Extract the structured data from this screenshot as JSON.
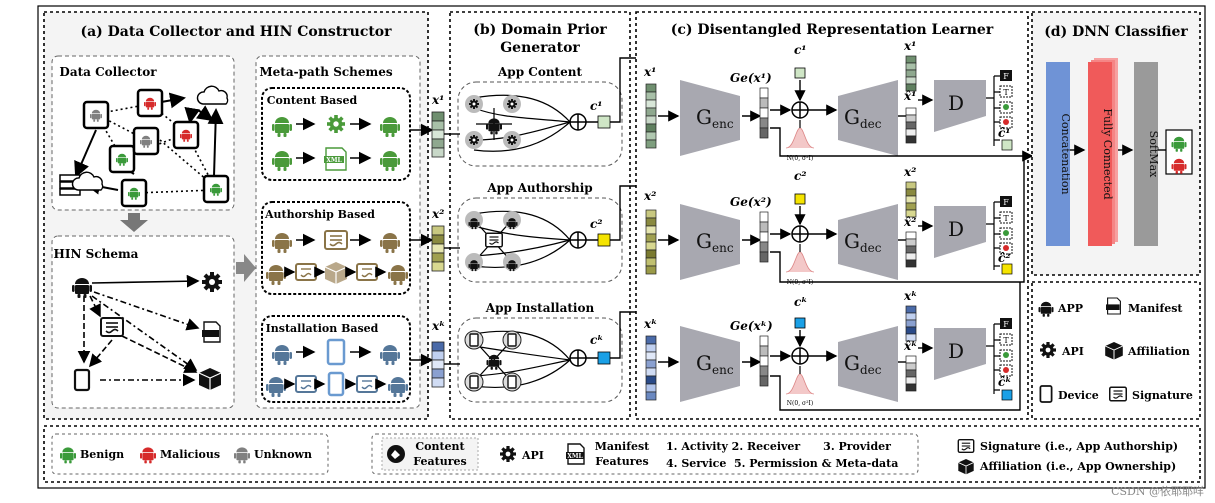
{
  "panels": {
    "a_title": "(a) Data Collector and HIN Constructor",
    "b_title_1": "(b) Domain Prior",
    "b_title_2": "Generator",
    "c_title": "(c) Disentangled Representation Learner",
    "d_title": "(d) DNN Classifier"
  },
  "collector": {
    "title": "Data Collector",
    "schema_title": "HIN Schema"
  },
  "metapath": {
    "title": "Meta-path Schemes",
    "content": "Content Based",
    "authorship": "Authorship Based",
    "installation": "Installation Based",
    "xml": "XML"
  },
  "prior": {
    "content": "App Content",
    "authorship": "App Authorship",
    "installation": "App Installation"
  },
  "learner": {
    "genc": "G",
    "genc_sub": "enc",
    "gdec": "G",
    "gdec_sub": "dec",
    "d": "D",
    "noise": "N(0, σ²I)",
    "f": "F",
    "t": "T",
    "ge1": "Ge(x¹)",
    "ge2": "Ge(x²)",
    "gek": "Ge(xᵏ)",
    "c1": "c¹",
    "c2": "c²",
    "ck": "cᵏ",
    "x1": "x¹",
    "x2": "x²",
    "xk": "xᵏ",
    "xh1": "x̂¹",
    "xh2": "x̂²",
    "xhk": "x̂ᵏ",
    "ch1": "ĉ¹",
    "ch2": "ĉ²",
    "chk": "ĉᵏ"
  },
  "classifier": {
    "concat": "Concatenation",
    "fc": "Fully Connected",
    "softmax": "SoftMax"
  },
  "legend_right": {
    "app": "APP",
    "manifest": "Manifest",
    "api": "API",
    "affiliation": "Affiliation",
    "device": "Device",
    "signature": "Signature"
  },
  "legend_bottom": {
    "benign": "Benign",
    "malicious": "Malicious",
    "unknown": "Unknown",
    "content_1": "Content",
    "content_2": "Features",
    "api": "API",
    "manifest_1": "Manifest",
    "manifest_2": "Features",
    "list_1": "1. Activity 2. Receiver      3. Provider",
    "list_2": "4. Service  5. Permission & Meta-data",
    "signature": "Signature (i.e., App Authorship)",
    "affiliation": "Affiliation (i.e., App Ownership)",
    "xml": "XML"
  },
  "watermark": "CSDN @依耶耶咩",
  "colors": {
    "benign": "#3a9a3a",
    "malicious": "#d62a2a",
    "unknown": "#808080",
    "android_brown": "#8a7448",
    "android_blue": "#557799",
    "concat": "#6f93d6",
    "fc": "#f05a5a",
    "softmax": "#9a9a9a",
    "gray_block": "#a8a8b0"
  }
}
